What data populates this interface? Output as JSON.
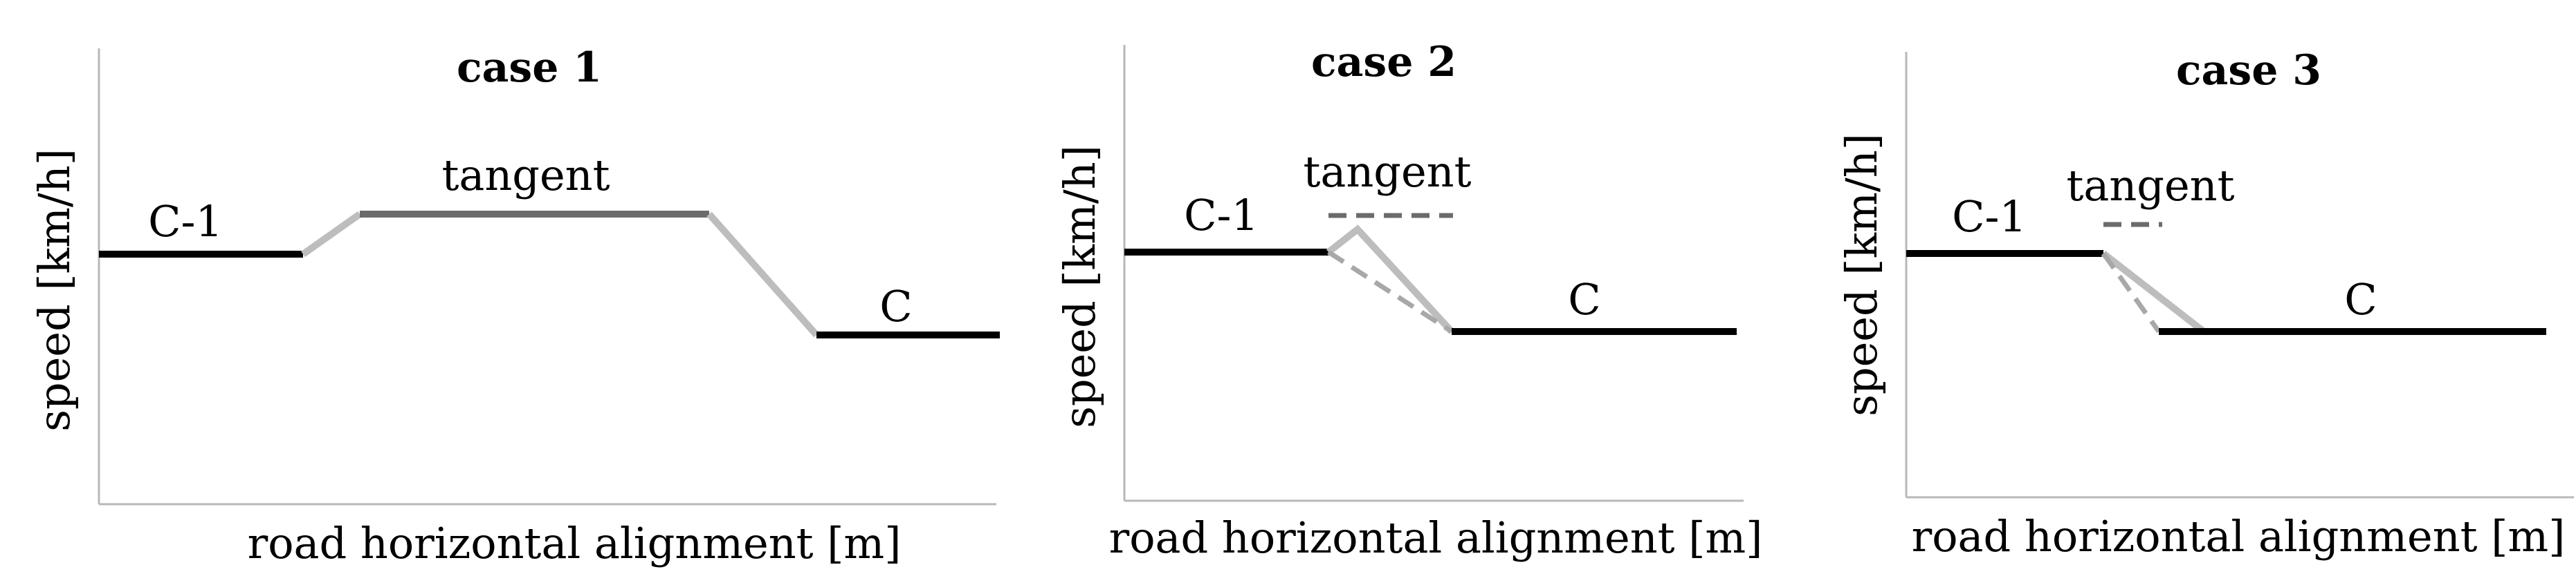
{
  "panels": [
    {
      "title": "case 1",
      "ylabel": "speed [km/h]",
      "xlabel": "road horizontal alignment [m]",
      "labels": {
        "prev": "C-1",
        "tangent": "tangent",
        "next": "C"
      }
    },
    {
      "title": "case 2",
      "ylabel": "speed [km/h]",
      "xlabel": "road horizontal alignment [m]",
      "labels": {
        "prev": "C-1",
        "tangent": "tangent",
        "next": "C"
      }
    },
    {
      "title": "case 3",
      "ylabel": "speed [km/h]",
      "xlabel": "road horizontal alignment [m]",
      "labels": {
        "prev": "C-1",
        "tangent": "tangent",
        "next": "C"
      }
    }
  ]
}
